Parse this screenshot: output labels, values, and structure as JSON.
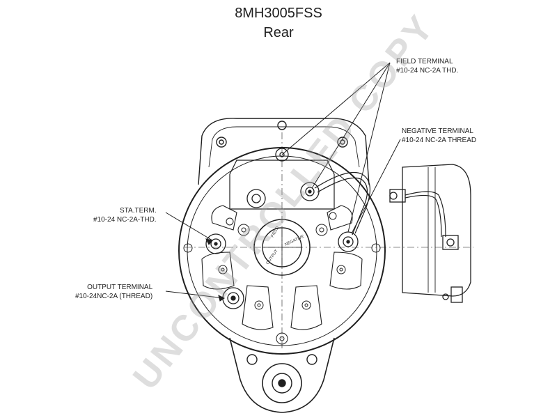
{
  "header": {
    "part_number": "8MH3005FSS",
    "view": "Rear"
  },
  "callouts": {
    "field_terminal": {
      "line1": "FIELD TERMINAL",
      "line2": "#10-24 NC-2A THD."
    },
    "negative_terminal": {
      "line1": "NEGATIVE TERMINAL",
      "line2": "#10-24 NC-2A THREAD"
    },
    "sta_terminal": {
      "line1": "STA.TERM.",
      "line2": "#10-24 NC-2A-THD."
    },
    "output_terminal": {
      "line1": "OUTPUT TERMINAL",
      "line2": "#10-24NC-2A (THREAD)"
    }
  },
  "hub_labels": {
    "field": "FIELD",
    "negative": "NEGATIVE",
    "output": "OUTPUT"
  },
  "watermark": "UNCONTROLLED COPY",
  "colors": {
    "line": "#1f1f1f",
    "watermark": "#a0a0a0",
    "background": "#ffffff"
  }
}
